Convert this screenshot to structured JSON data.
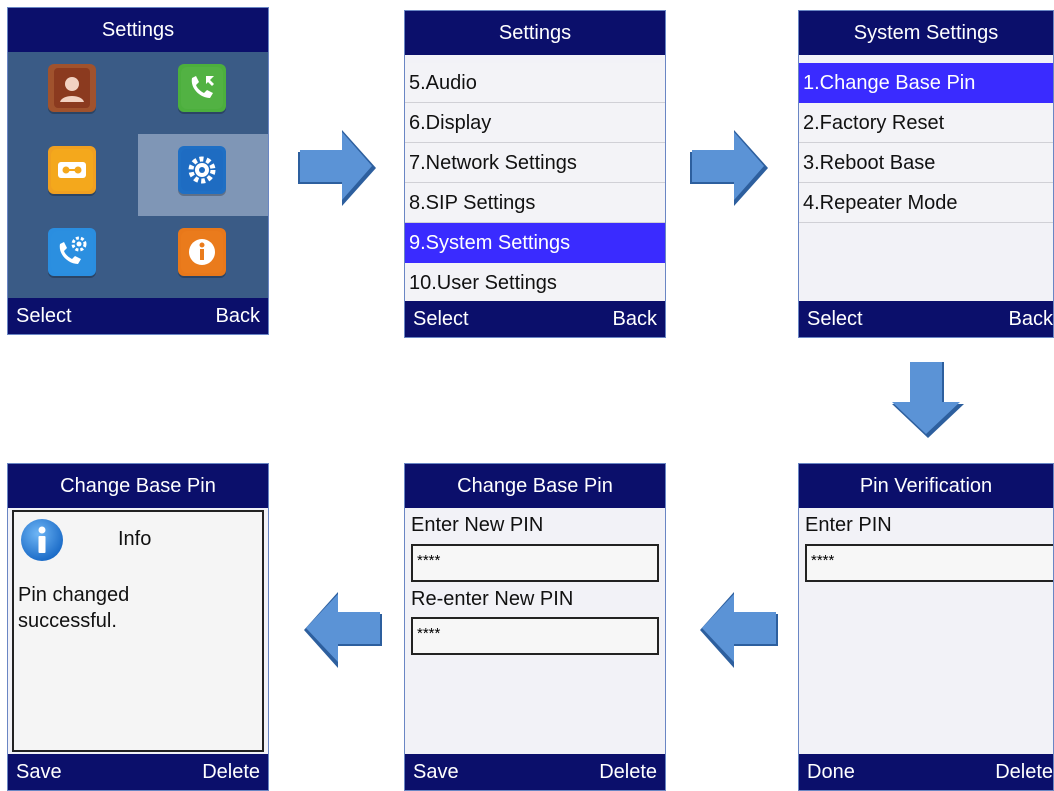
{
  "screens": {
    "settings_grid": {
      "title": "Settings",
      "softkey_left": "Select",
      "softkey_right": "Back",
      "icons": [
        "contacts-icon",
        "call-history-icon",
        "voicemail-icon",
        "settings-icon",
        "call-features-icon",
        "info-icon"
      ],
      "selected_index": 3
    },
    "settings_menu": {
      "title": "Settings",
      "items": [
        "5.Audio",
        "6.Display",
        "7.Network Settings",
        "8.SIP Settings",
        "9.System Settings",
        "10.User Settings"
      ],
      "selected_index": 4,
      "softkey_left": "Select",
      "softkey_right": "Back"
    },
    "system_settings": {
      "title": "System Settings",
      "items": [
        "1.Change Base Pin",
        "2.Factory Reset",
        "3.Reboot Base",
        "4.Repeater Mode"
      ],
      "selected_index": 0,
      "softkey_left": "Select",
      "softkey_right": "Back"
    },
    "pin_verification": {
      "title": "Pin Verification",
      "label": "Enter PIN",
      "value": "****",
      "softkey_left": "Done",
      "softkey_right": "Delete"
    },
    "change_base_pin_entry": {
      "title": "Change Base Pin",
      "new_label": "Enter New PIN",
      "new_value": "****",
      "reenter_label": "Re-enter New PIN",
      "reenter_value": "****",
      "softkey_left": "Save",
      "softkey_right": "Delete"
    },
    "change_base_pin_info": {
      "title": "Change Base Pin",
      "info_heading": "Info",
      "message_line1": "Pin changed",
      "message_line2": "successful.",
      "softkey_left": "Save",
      "softkey_right": "Delete"
    }
  },
  "colors": {
    "title_bar": "#0b0f6b",
    "selection": "#3a2bff",
    "arrow": "#5b93d6"
  }
}
